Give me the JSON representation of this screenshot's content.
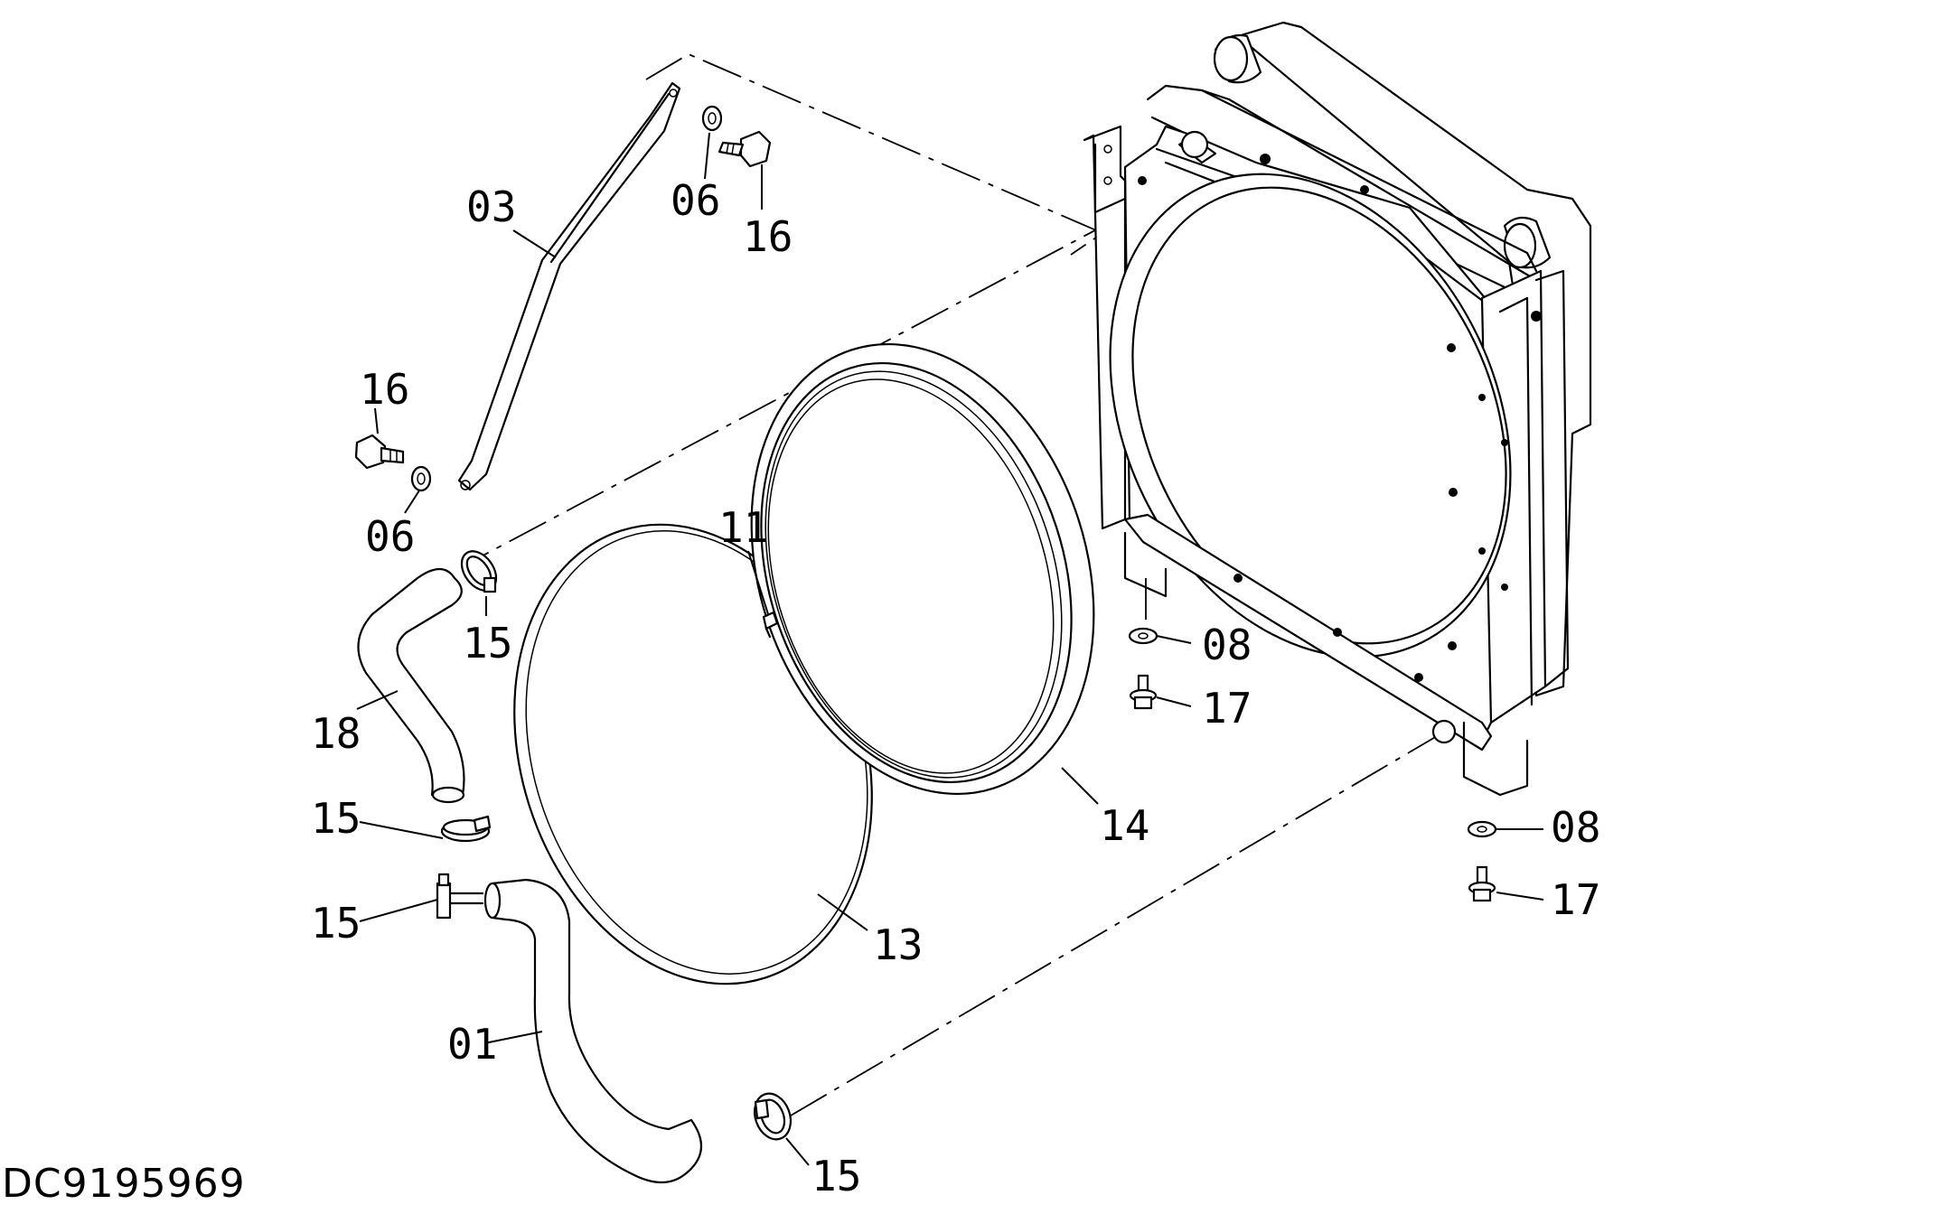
{
  "document_id": "DC9195969",
  "callouts": {
    "c03": "03",
    "c06_top": "06",
    "c16_top": "16",
    "c16_left": "16",
    "c06_left": "06",
    "c15_upper": "15",
    "c18": "18",
    "c15_mid": "15",
    "c15_low": "15",
    "c01": "01",
    "c15_bottom": "15",
    "c11": "11",
    "c13": "13",
    "c14": "14",
    "c08_upper": "08",
    "c17_upper": "17",
    "c08_lower": "08",
    "c17_lower": "17"
  }
}
